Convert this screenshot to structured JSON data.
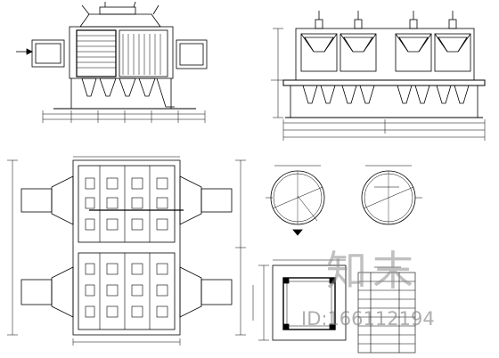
{
  "drawing": {
    "views": [
      "front-elevation",
      "side-elevation",
      "plan-view",
      "section-circle-left",
      "section-circle-right",
      "detail-square",
      "parts-table"
    ],
    "line_color": "#000000",
    "background": "#ffffff"
  },
  "watermark": {
    "logo_text": "知末",
    "id_text": "ID:166112194"
  }
}
